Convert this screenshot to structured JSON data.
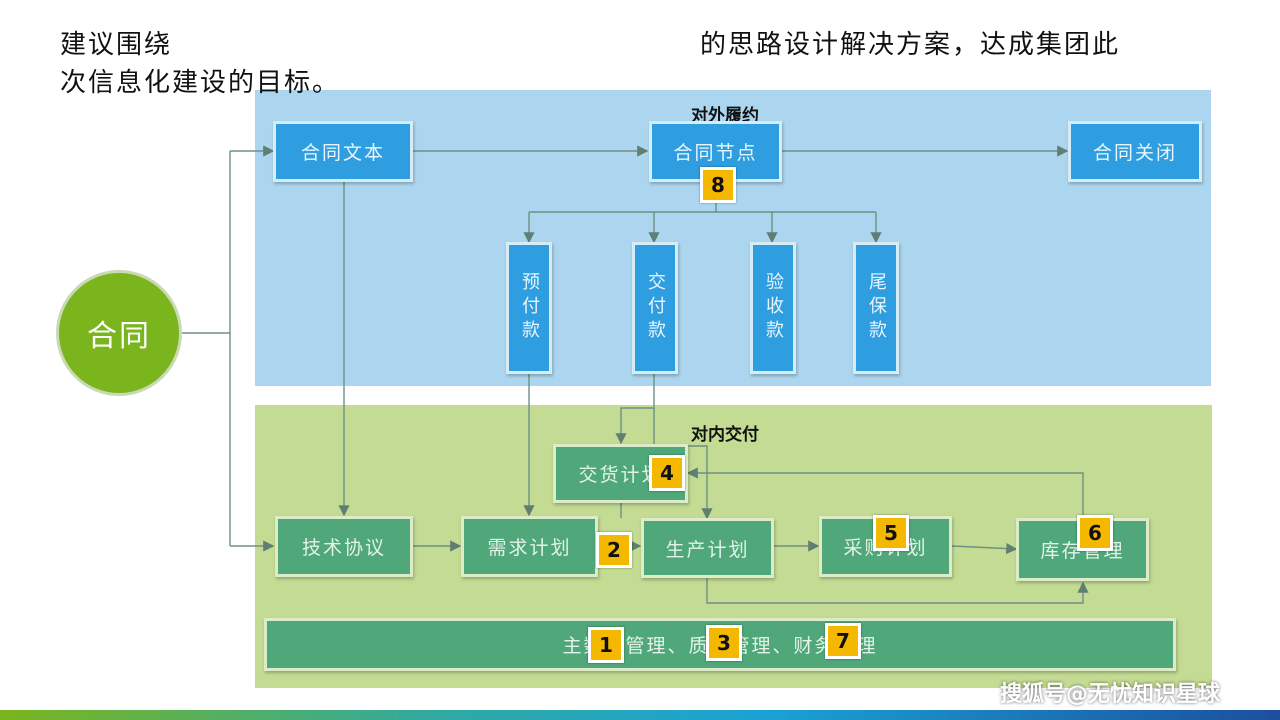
{
  "heading": {
    "line1_left": "建议围绕",
    "line1_right": "的思路设计解决方案，达成集团此",
    "line2": "次信息化建设的目标。"
  },
  "panels": {
    "external": {
      "title": "对外履约",
      "color": "#acd6ef"
    },
    "internal": {
      "title": "对内交付",
      "color": "#c3db92"
    }
  },
  "contract_circle": "合同",
  "external_boxes": {
    "contract_text": "合同文本",
    "contract_node": "合同节点",
    "contract_close": "合同关闭"
  },
  "payments": [
    "预付款",
    "交付款",
    "验收款",
    "尾保款"
  ],
  "internal_boxes": {
    "delivery_plan": "交货计划",
    "tech_agreement": "技术协议",
    "demand_plan": "需求计划",
    "production_plan": "生产计划",
    "purchase_plan": "采购计划",
    "inventory": "库存管理",
    "bottom_bar": "主数据管理、质量管理、财务管理"
  },
  "badges": [
    "8",
    "4",
    "2",
    "5",
    "6",
    "1",
    "3",
    "7"
  ],
  "watermark": "搜狐号@无忧知识星球",
  "colors": {
    "blue_box": "#2f9ee0",
    "green_box": "#4fa77a",
    "badge": "#f5b800",
    "circle": "#7ab51d"
  }
}
